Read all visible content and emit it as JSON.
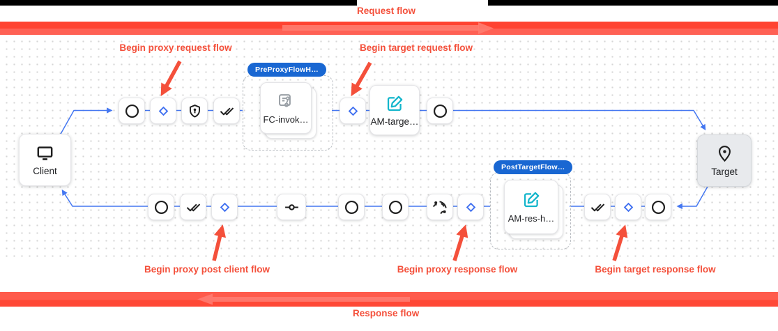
{
  "header": {
    "request_flow_label": "Request flow"
  },
  "footer": {
    "response_flow_label": "Response flow"
  },
  "annotations": {
    "begin_proxy_request": "Begin proxy request flow",
    "begin_target_request": "Begin target request flow",
    "begin_proxy_post_client": "Begin proxy post client flow",
    "begin_proxy_response": "Begin proxy response flow",
    "begin_target_response": "Begin target response flow",
    "accent_color": "#f4503b"
  },
  "canvas": {
    "client_label": "Client",
    "target_label": "Target",
    "pre_proxy_group": {
      "badge": "PreProxyFlowH…",
      "card_label": "FC-invok…"
    },
    "am_target_card_label": "AM-targe…",
    "post_target_group": {
      "badge": "PostTargetFlow…",
      "card_label": "AM-res-h…"
    },
    "request_step_icons": [
      "circle-icon",
      "diamond-icon",
      "shield-key-icon",
      "double-check-icon"
    ],
    "target_request_step_icons": [
      "diamond-icon",
      "edit-icon",
      "circle-icon"
    ],
    "response_step_icons": [
      "circle-icon",
      "double-check-icon",
      "diamond-icon",
      "commit-icon",
      "circle-icon",
      "circle-icon",
      "broadcast-icon",
      "diamond-icon",
      "double-check-icon",
      "diamond-icon",
      "circle-icon"
    ],
    "colors": {
      "connector_blue": "#4477f1",
      "badge_blue": "#1967d2",
      "policy_teal": "#12b5cb",
      "band_red": "#ff4331",
      "icon_gray": "#9aa0a6"
    }
  }
}
